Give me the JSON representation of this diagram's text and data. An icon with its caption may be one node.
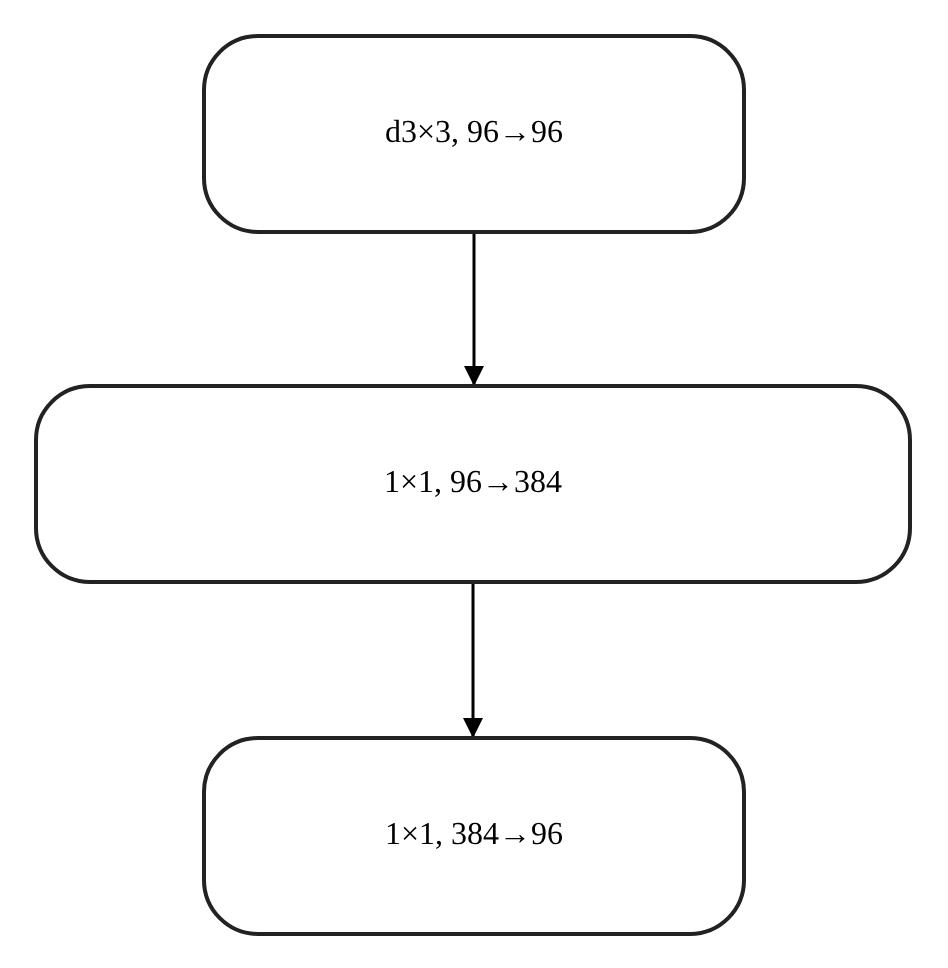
{
  "diagram": {
    "nodes": [
      {
        "text": [
          "d3×3, 96→96"
        ]
      },
      {
        "text": [
          "1×1, 96→384"
        ]
      },
      {
        "text": [
          "1×1, 384→96"
        ]
      }
    ],
    "edges": [
      {
        "from": 0,
        "to": 1,
        "arrow": "to"
      },
      {
        "from": 1,
        "to": 2,
        "arrow": "to"
      }
    ]
  }
}
